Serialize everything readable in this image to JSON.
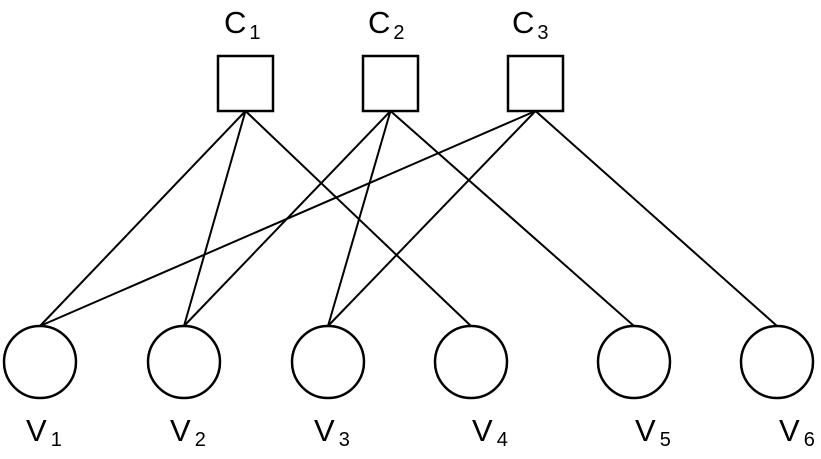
{
  "diagram": {
    "type": "bipartite-graph",
    "colors": {
      "stroke": "#000000",
      "fill": "#ffffff",
      "background": "#ffffff"
    },
    "check_nodes": [
      {
        "id": "C1",
        "letter": "C",
        "subscript": "1",
        "shape": "square"
      },
      {
        "id": "C2",
        "letter": "C",
        "subscript": "2",
        "shape": "square"
      },
      {
        "id": "C3",
        "letter": "C",
        "subscript": "3",
        "shape": "square"
      }
    ],
    "variable_nodes": [
      {
        "id": "V1",
        "letter": "V",
        "subscript": "1",
        "shape": "circle"
      },
      {
        "id": "V2",
        "letter": "V",
        "subscript": "2",
        "shape": "circle"
      },
      {
        "id": "V3",
        "letter": "V",
        "subscript": "3",
        "shape": "circle"
      },
      {
        "id": "V4",
        "letter": "V",
        "subscript": "4",
        "shape": "circle"
      },
      {
        "id": "V5",
        "letter": "V",
        "subscript": "5",
        "shape": "circle"
      },
      {
        "id": "V6",
        "letter": "V",
        "subscript": "6",
        "shape": "circle"
      }
    ],
    "edges": [
      {
        "from": "C1",
        "to": "V1"
      },
      {
        "from": "C1",
        "to": "V2"
      },
      {
        "from": "C1",
        "to": "V4"
      },
      {
        "from": "C2",
        "to": "V2"
      },
      {
        "from": "C2",
        "to": "V3"
      },
      {
        "from": "C2",
        "to": "V5"
      },
      {
        "from": "C3",
        "to": "V1"
      },
      {
        "from": "C3",
        "to": "V3"
      },
      {
        "from": "C3",
        "to": "V6"
      }
    ]
  }
}
